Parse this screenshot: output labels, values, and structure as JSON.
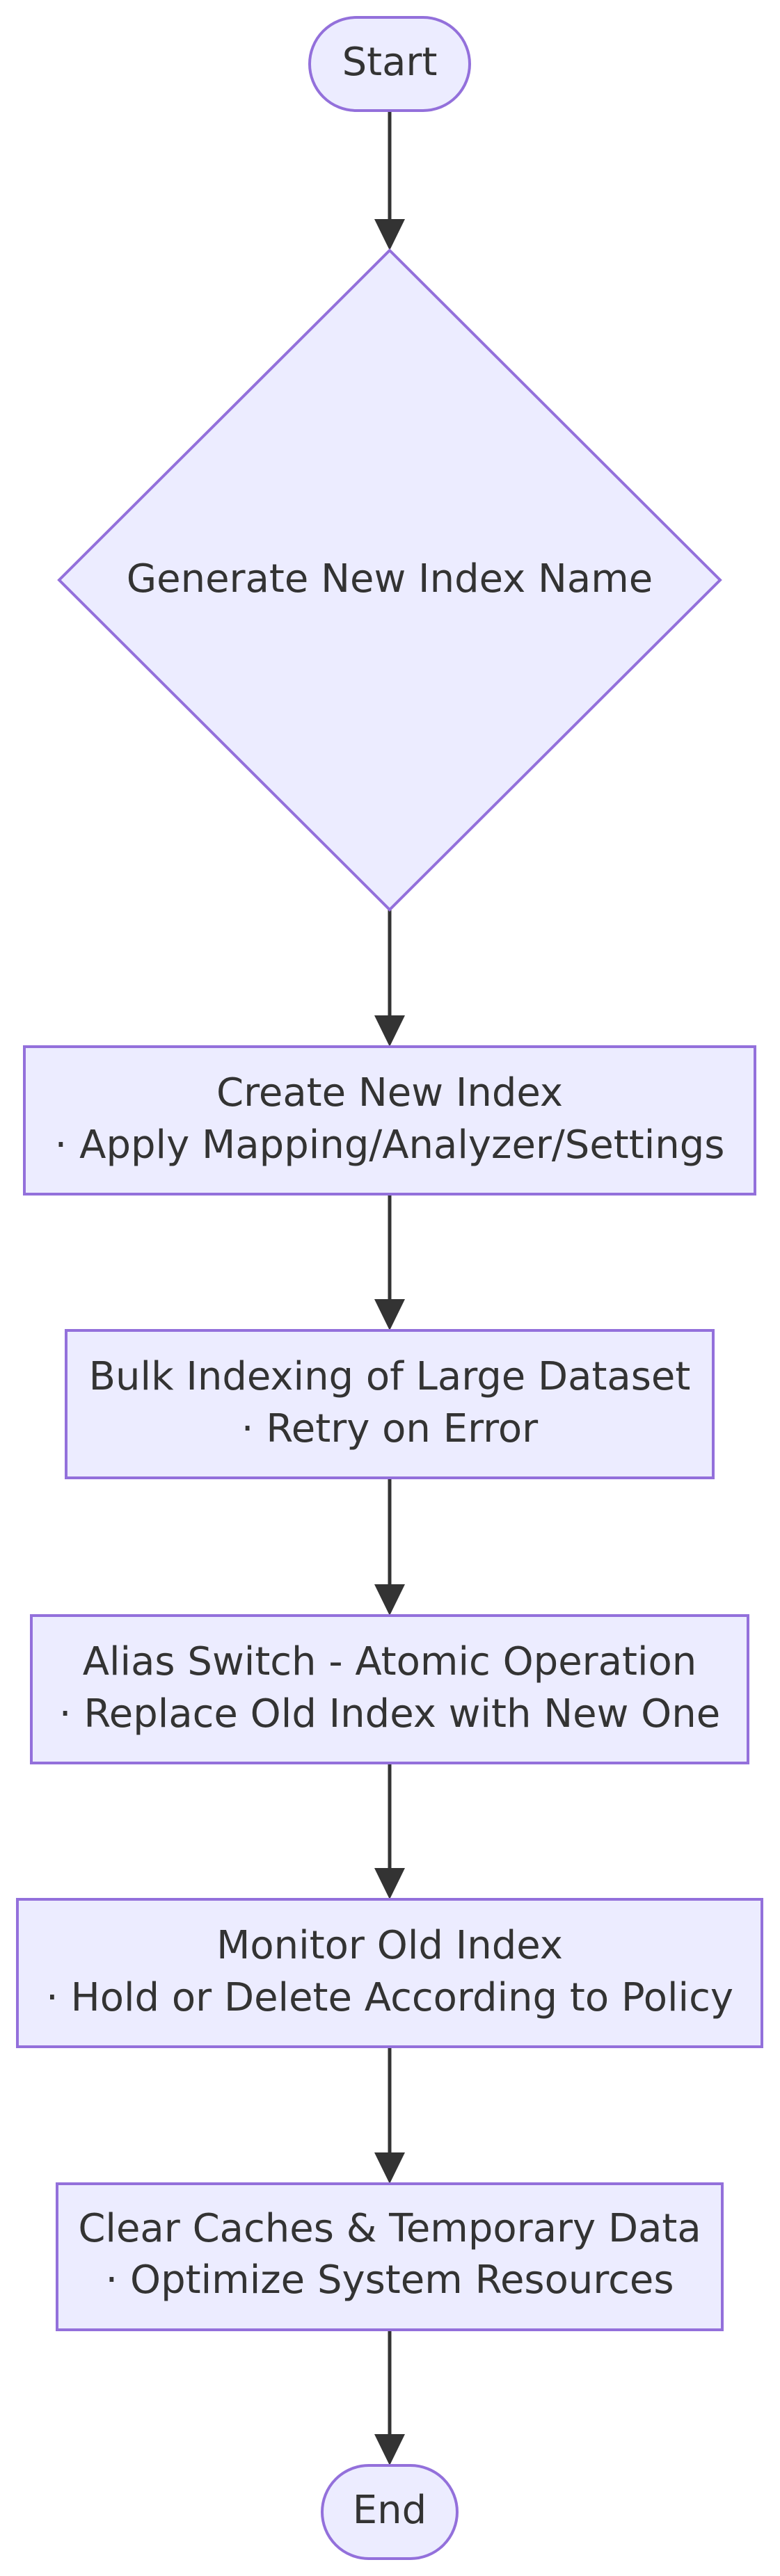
{
  "nodes": {
    "start": {
      "label": "Start"
    },
    "generate_name": {
      "label": "Generate New Index Name"
    },
    "create_index": {
      "line1": "Create New Index",
      "line2": "· Apply Mapping/Analyzer/Settings"
    },
    "bulk_indexing": {
      "line1": "Bulk Indexing of Large Dataset",
      "line2": "· Retry on Error"
    },
    "alias_switch": {
      "line1": "Alias Switch - Atomic Operation",
      "line2": "· Replace Old Index with New One"
    },
    "monitor_old": {
      "line1": "Monitor Old Index",
      "line2": "· Hold or Delete According to Policy"
    },
    "clear_caches": {
      "line1": "Clear Caches & Temporary Data",
      "line2": "· Optimize System Resources"
    },
    "end": {
      "label": "End"
    }
  },
  "colors": {
    "node_fill": "#ECECFF",
    "node_stroke": "#9370DB",
    "edge": "#333333",
    "text": "#333333"
  }
}
